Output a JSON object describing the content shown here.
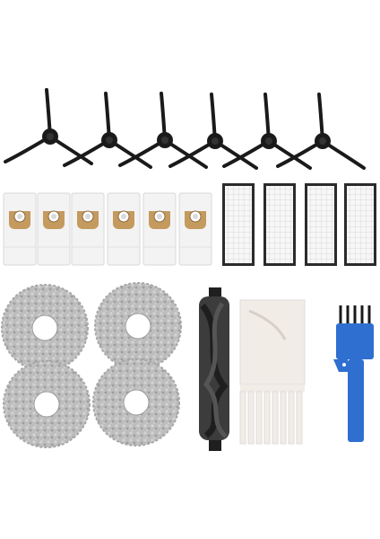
{
  "image": {
    "description_kind": "product-photo",
    "background": "#ffffff",
    "colors": {
      "brush_black": "#1a1a1a",
      "bag_white": "#f3f3f3",
      "bag_tan": "#c49a5e",
      "filter_grid": "#eeeeee",
      "filter_frame": "#2b2b2b",
      "mop_gray": "#b7b7b7",
      "roller_gray": "#3c3c3c",
      "tool_white": "#f1ece6",
      "tool_blue": "#2f6fd0"
    },
    "items": {
      "side_brushes": 6,
      "dust_bags": 6,
      "hepa_filters": 4,
      "mop_pads": 4,
      "main_roller_brush": 1,
      "cleaning_tool": 1,
      "cleaning_brush": 1
    },
    "icons": [
      "side-brush-icon",
      "dust-bag-icon",
      "filter-icon",
      "mop-pad-icon",
      "roller-brush-icon",
      "cleaning-tool-icon",
      "cleaning-brush-icon"
    ]
  }
}
